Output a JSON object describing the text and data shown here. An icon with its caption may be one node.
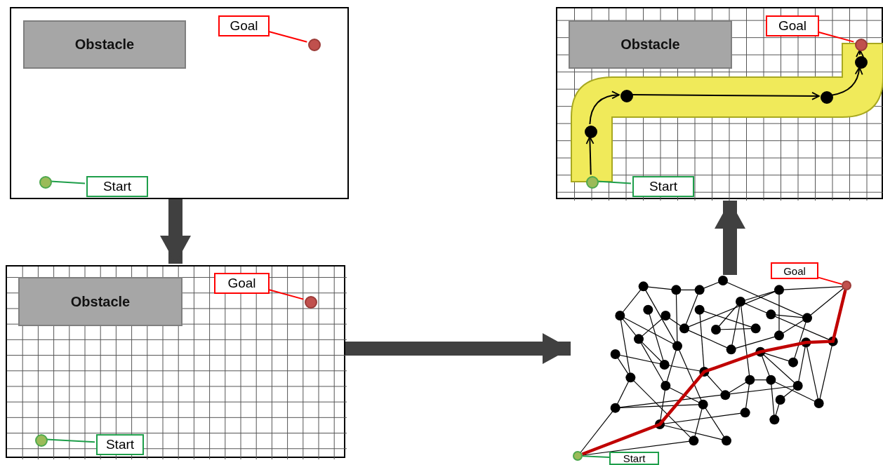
{
  "diagram": {
    "nodes": [
      {
        "text": [],
        "shape": "box"
      },
      {
        "text": [
          "Obstacle"
        ],
        "in": 0
      },
      {
        "text": [
          "Goal"
        ],
        "in": 0
      },
      {
        "text": [],
        "shape": "circle",
        "in": 0
      },
      {
        "text": [
          "Start"
        ],
        "in": 0
      },
      {
        "text": [],
        "shape": "circle",
        "in": 0
      },
      {
        "text": [],
        "shape": "box"
      },
      {
        "text": [
          "Obstacle"
        ],
        "in": 6
      },
      {
        "text": [
          "Goal"
        ],
        "in": 6
      },
      {
        "text": [],
        "shape": "circle",
        "in": 6
      },
      {
        "text": [
          "Start"
        ],
        "in": 6
      },
      {
        "text": [],
        "shape": "circle",
        "in": 6
      },
      {
        "text": [],
        "shape": "network"
      },
      {
        "text": [
          "Goal"
        ]
      },
      {
        "text": [],
        "shape": "circle",
        "in": 12
      },
      {
        "text": [
          "Start"
        ]
      },
      {
        "text": [],
        "shape": "circle",
        "in": 12
      },
      {
        "text": [],
        "shape": "box"
      },
      {
        "text": [
          "Obstacle"
        ],
        "in": 17
      },
      {
        "text": [
          "Goal"
        ],
        "in": 17
      },
      {
        "text": [],
        "shape": "circle",
        "in": 17
      },
      {
        "text": [
          "Start"
        ],
        "in": 17
      },
      {
        "text": [],
        "shape": "circle",
        "in": 17
      },
      {
        "text": [],
        "shape": "circle",
        "in": 17
      },
      {
        "text": [],
        "shape": "circle",
        "in": 17
      },
      {
        "text": [],
        "shape": "circle",
        "in": 17
      },
      {
        "text": [],
        "shape": "circle",
        "in": 17
      }
    ],
    "edges": [
      {
        "from": 2,
        "to": 3,
        "arrow": "none",
        "color": "#ff0000"
      },
      {
        "from": 4,
        "to": 5,
        "arrow": "none",
        "color": "#1e9e4a"
      },
      {
        "from": 0,
        "to": 6,
        "arrow": "to",
        "style": "thick",
        "color": "#404040"
      },
      {
        "from": 8,
        "to": 9,
        "arrow": "none",
        "color": "#ff0000"
      },
      {
        "from": 10,
        "to": 11,
        "arrow": "none",
        "color": "#1e9e4a"
      },
      {
        "from": 6,
        "to": 12,
        "arrow": "to",
        "style": "thick",
        "color": "#404040"
      },
      {
        "from": 13,
        "to": 14,
        "arrow": "none",
        "color": "#ff0000"
      },
      {
        "from": 15,
        "to": 16,
        "arrow": "none",
        "color": "#1e9e4a"
      },
      {
        "from": 12,
        "to": 17,
        "arrow": "to",
        "style": "thick",
        "color": "#404040"
      },
      {
        "from": 19,
        "to": 20,
        "arrow": "none",
        "color": "#ff0000"
      },
      {
        "from": 21,
        "to": 22,
        "arrow": "none",
        "color": "#1e9e4a"
      },
      {
        "from": 22,
        "to": 23,
        "arrow": "to"
      },
      {
        "from": 23,
        "to": 24,
        "arrow": "to"
      },
      {
        "from": 24,
        "to": 25,
        "arrow": "to"
      },
      {
        "from": 25,
        "to": 26,
        "arrow": "to"
      },
      {
        "from": 26,
        "to": 20,
        "arrow": "to"
      },
      {
        "from": 16,
        "to": 14,
        "arrow": "none",
        "style": "thick",
        "color": "#c00000"
      }
    ]
  }
}
